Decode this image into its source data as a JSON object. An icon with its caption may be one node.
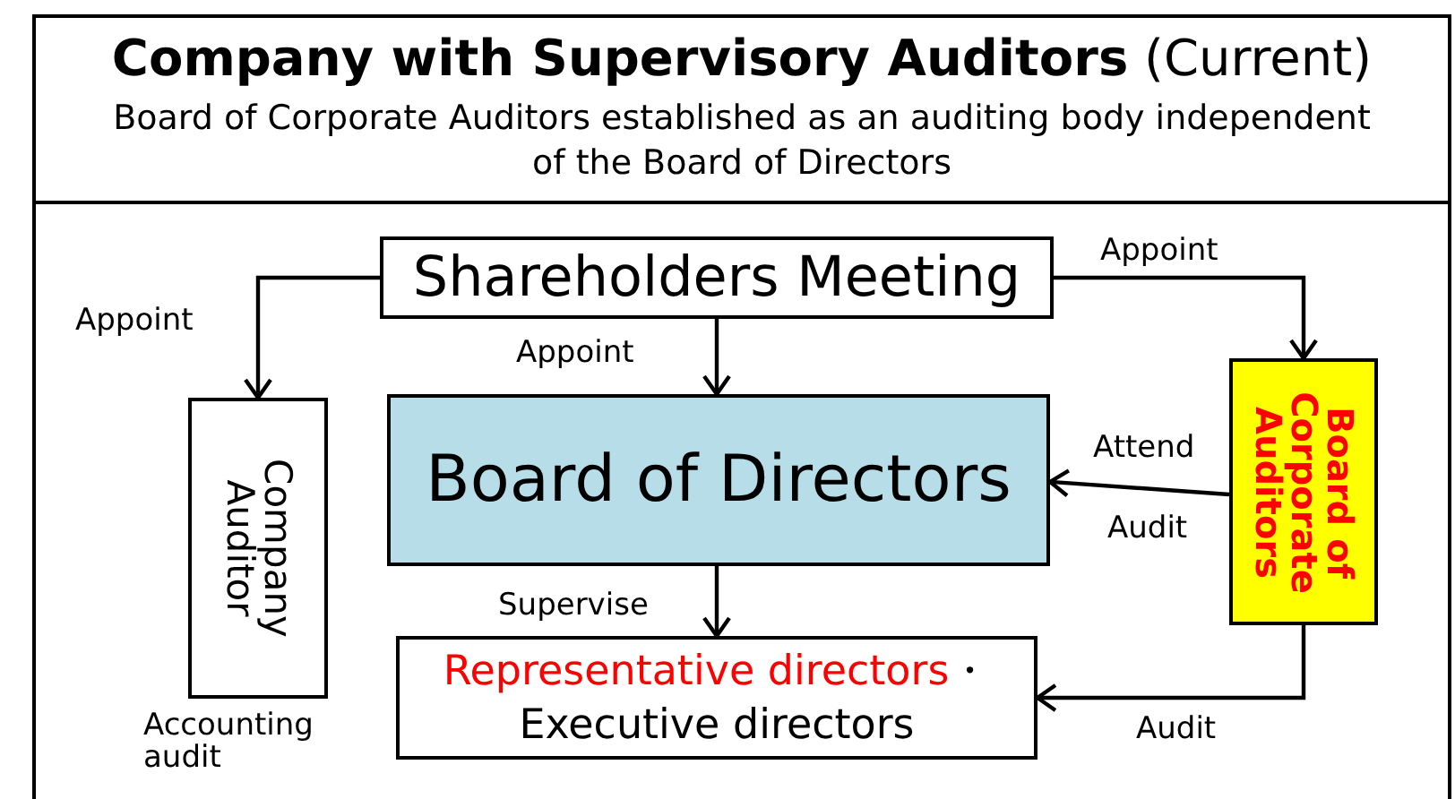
{
  "diagram": {
    "title": "**Company with Supervisory Auditors** (Current)",
    "caption": "Board of Corporate Auditors established as an auditing body independent of the Board of Directors",
    "nodes": [
      {
        "text": [
          "Shareholders Meeting"
        ]
      },
      {
        "text": [
          "Company Auditor"
        ]
      },
      {
        "text": [
          "Board of Directors"
        ]
      },
      {
        "text": [
          "Representative directors",
          "・",
          "Executive directors"
        ]
      },
      {
        "text": [
          "Board of Corporate Auditors"
        ]
      }
    ],
    "edges": [
      {
        "from": 0,
        "to": 1,
        "arrow": "to",
        "label": "Appoint"
      },
      {
        "from": 0,
        "to": 2,
        "arrow": "to",
        "label": "Appoint"
      },
      {
        "from": 0,
        "to": 4,
        "arrow": "to",
        "label": "Appoint"
      },
      {
        "from": 4,
        "to": 2,
        "arrow": "to",
        "label": "Attend"
      },
      {
        "from": 4,
        "to": 3,
        "arrow": "to",
        "label": "Audit"
      },
      {
        "from": 2,
        "to": 3,
        "arrow": "to",
        "label": "Supervise"
      }
    ],
    "labels": [
      "Audit",
      "Accounting audit"
    ]
  }
}
